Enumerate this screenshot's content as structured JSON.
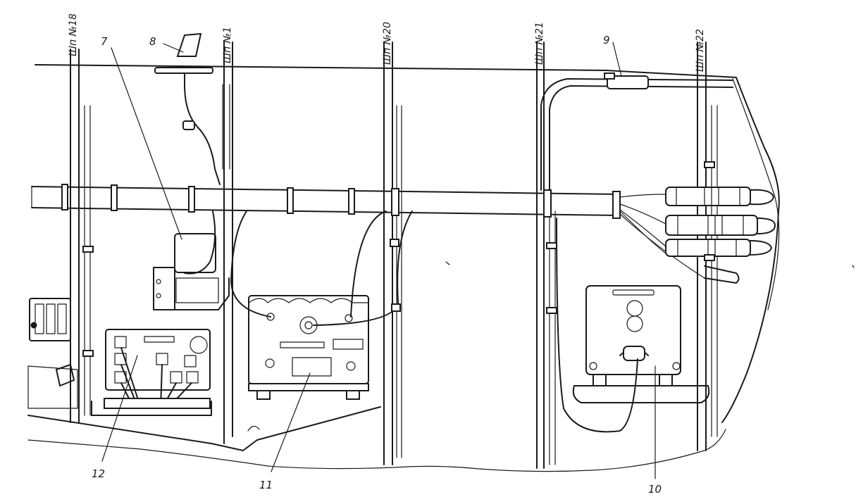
{
  "frames": [
    {
      "id": "frame-18",
      "label": "Шп №18"
    },
    {
      "id": "frame-19",
      "label": "Шп №1"
    },
    {
      "id": "frame-20",
      "label": "Шп №20"
    },
    {
      "id": "frame-21",
      "label": "Шп №21"
    },
    {
      "id": "frame-22",
      "label": "Шп №22"
    }
  ],
  "callouts": [
    {
      "id": "callout-7",
      "label": "7"
    },
    {
      "id": "callout-8",
      "label": "8"
    },
    {
      "id": "callout-9",
      "label": "9"
    },
    {
      "id": "callout-10",
      "label": "10"
    },
    {
      "id": "callout-11",
      "label": "11"
    },
    {
      "id": "callout-12",
      "label": "12"
    }
  ]
}
